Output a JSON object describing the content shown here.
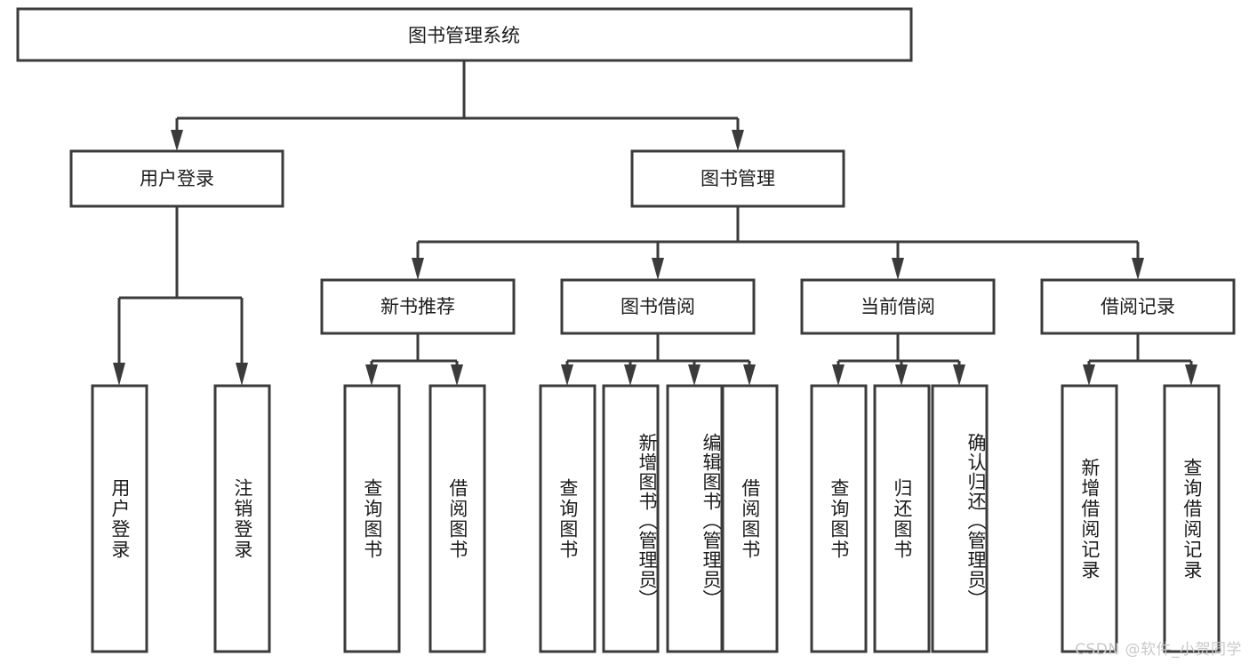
{
  "diagram": {
    "title": "图书管理系统",
    "watermark": "CSDN @软件_小贺同学",
    "root": {
      "label": "图书管理系统"
    },
    "level2": [
      {
        "label": "用户登录"
      },
      {
        "label": "图书管理"
      }
    ],
    "level3": [
      {
        "label": "新书推荐"
      },
      {
        "label": "图书借阅"
      },
      {
        "label": "当前借阅"
      },
      {
        "label": "借阅记录"
      }
    ],
    "leaves": {
      "user_login": [
        {
          "label": "用户登录"
        },
        {
          "label": "注销登录"
        }
      ],
      "new_book_recommend": [
        {
          "label": "查询图书"
        },
        {
          "label": "借阅图书"
        }
      ],
      "book_borrow": [
        {
          "label": "查询图书"
        },
        {
          "label": "新增图书（管理员）"
        },
        {
          "label": "编辑图书（管理员）"
        },
        {
          "label": "借阅图书"
        }
      ],
      "current_borrow": [
        {
          "label": "查询图书"
        },
        {
          "label": "归还图书"
        },
        {
          "label": "确认归还（管理员）"
        }
      ],
      "borrow_record": [
        {
          "label": "新增借阅记录"
        },
        {
          "label": "查询借阅记录"
        }
      ]
    },
    "colors": {
      "stroke": "#3b3b3b",
      "fill": "#ffffff",
      "text": "#1c1c1c",
      "watermark": "#c9c9c9"
    }
  }
}
